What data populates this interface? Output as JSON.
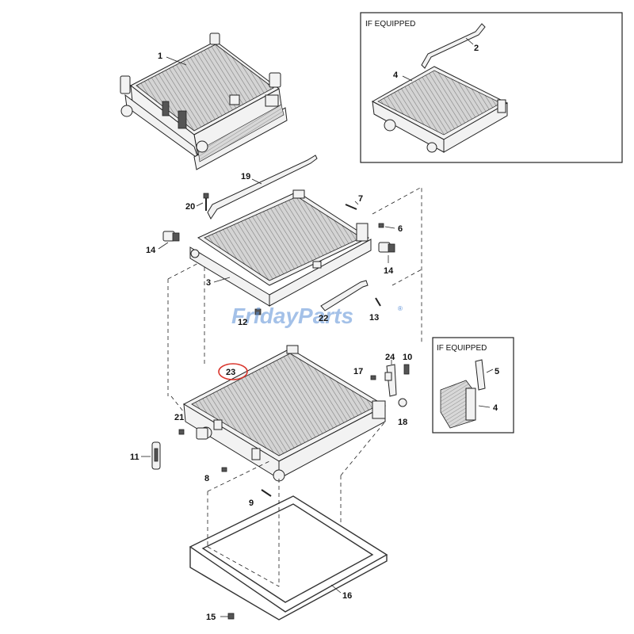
{
  "inset_top": {
    "title": "IF EQUIPPED"
  },
  "inset_right": {
    "title": "IF EQUIPPED"
  },
  "watermark": {
    "text": "FridayParts",
    "registered_mark": "®"
  },
  "highlight_color": "#d9342b",
  "callouts": {
    "c1": "1",
    "c2": "2",
    "c3": "3",
    "c4": "4",
    "c5": "5",
    "c6": "6",
    "c7": "7",
    "c8": "8",
    "c9": "9",
    "c10": "10",
    "c11": "11",
    "c12": "12",
    "c13": "13",
    "c14a": "14",
    "c14b": "14",
    "c15": "15",
    "c16": "16",
    "c17": "17",
    "c18": "18",
    "c19": "19",
    "c20": "20",
    "c21": "21",
    "c22": "22",
    "c23": "23",
    "c24": "24",
    "c2i": "2",
    "c4i": "4",
    "c4r": "4",
    "c5r": "5"
  }
}
